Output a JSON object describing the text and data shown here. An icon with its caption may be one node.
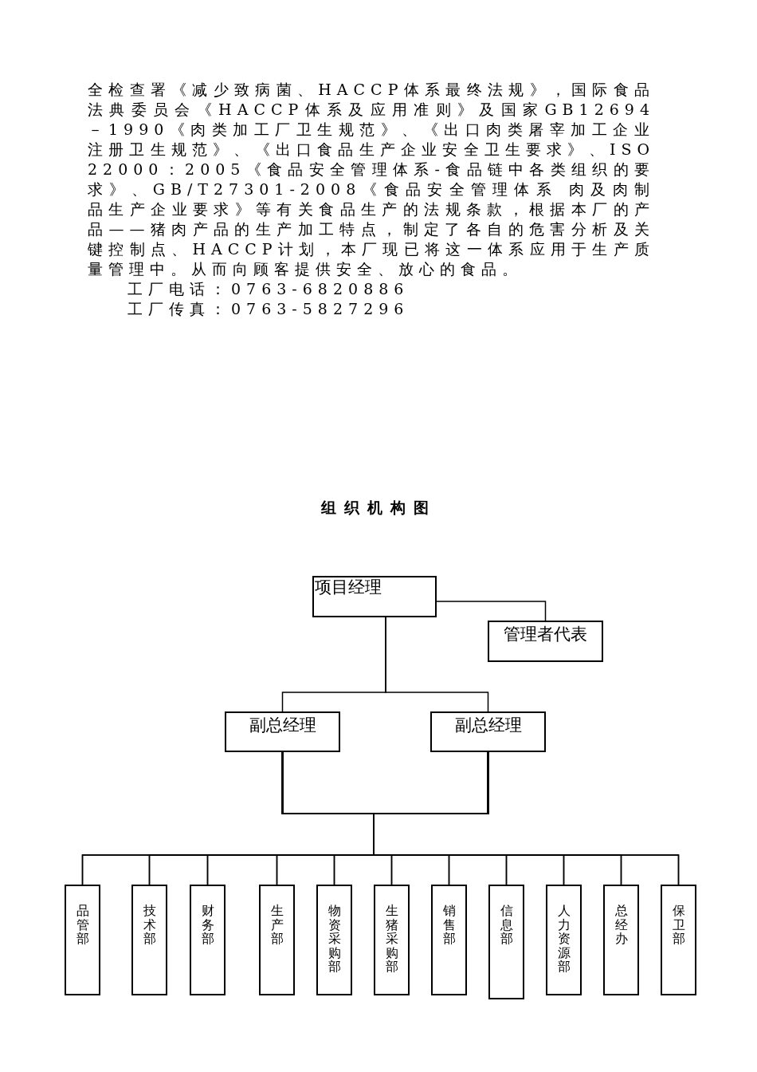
{
  "diagram": {
    "title": "组织机构图",
    "nodes": [
      {
        "text": [
          "项目经理"
        ]
      },
      {
        "text": [
          "管理者代表"
        ]
      },
      {
        "text": [
          "副总经理"
        ]
      },
      {
        "text": [
          "副总经理"
        ]
      },
      {
        "text": [
          "品管部"
        ]
      },
      {
        "text": [
          "技术部"
        ]
      },
      {
        "text": [
          "财务部"
        ]
      },
      {
        "text": [
          "生产部"
        ]
      },
      {
        "text": [
          "物资采购部"
        ]
      },
      {
        "text": [
          "生猪采购部"
        ]
      },
      {
        "text": [
          "销售部"
        ]
      },
      {
        "text": [
          "信息部"
        ]
      },
      {
        "text": [
          "人力资源部"
        ]
      },
      {
        "text": [
          "总经办"
        ]
      },
      {
        "text": [
          "保卫部"
        ]
      }
    ],
    "edges": [
      {
        "from": 0,
        "to": 1,
        "arrow": "none"
      },
      {
        "from": 0,
        "to": 2,
        "arrow": "none"
      },
      {
        "from": 0,
        "to": 3,
        "arrow": "none"
      },
      {
        "from": 2,
        "to": 4,
        "arrow": "none"
      },
      {
        "from": 2,
        "to": 5,
        "arrow": "none"
      },
      {
        "from": 2,
        "to": 6,
        "arrow": "none"
      },
      {
        "from": 2,
        "to": 7,
        "arrow": "none"
      },
      {
        "from": 2,
        "to": 8,
        "arrow": "none"
      },
      {
        "from": 2,
        "to": 9,
        "arrow": "none"
      },
      {
        "from": 2,
        "to": 10,
        "arrow": "none"
      },
      {
        "from": 2,
        "to": 11,
        "arrow": "none"
      },
      {
        "from": 2,
        "to": 12,
        "arrow": "none"
      },
      {
        "from": 2,
        "to": 13,
        "arrow": "none"
      },
      {
        "from": 2,
        "to": 14,
        "arrow": "none"
      },
      {
        "from": 3,
        "to": 4,
        "arrow": "none"
      },
      {
        "from": 3,
        "to": 5,
        "arrow": "none"
      },
      {
        "from": 3,
        "to": 6,
        "arrow": "none"
      },
      {
        "from": 3,
        "to": 7,
        "arrow": "none"
      },
      {
        "from": 3,
        "to": 8,
        "arrow": "none"
      },
      {
        "from": 3,
        "to": 9,
        "arrow": "none"
      },
      {
        "from": 3,
        "to": 10,
        "arrow": "none"
      },
      {
        "from": 3,
        "to": 11,
        "arrow": "none"
      },
      {
        "from": 3,
        "to": 12,
        "arrow": "none"
      },
      {
        "from": 3,
        "to": 13,
        "arrow": "none"
      },
      {
        "from": 3,
        "to": 14,
        "arrow": "none"
      }
    ],
    "labels": [
      "全检查署《减少致病菌、HACCP体系最终法规》，国际食品法典委员会《HACCP体系及应用准则》及国家GB12694－1990《肉类加工厂卫生规范》、《出口肉类屠宰加工企业注册卫生规范》、《出口食品生产企业安全卫生要求》、ISO22000：2005《食品安全管理体系-食品链中各类组织的要求》、GB/T27301-2008《食品安全管理体系 肉及肉制品生产企业要求》等有关食品生产的法规条款，根据本厂的产品——猪肉产品的生产加工特点，制定了各自的危害分析及关键控制点、HACCP计划，本厂现已将这一体系应用于生产质量管理中。从而向顾客提供安全、放心的食品。",
      "工厂电话：0763-6820886",
      "工厂传真：0763-5827296"
    ]
  }
}
